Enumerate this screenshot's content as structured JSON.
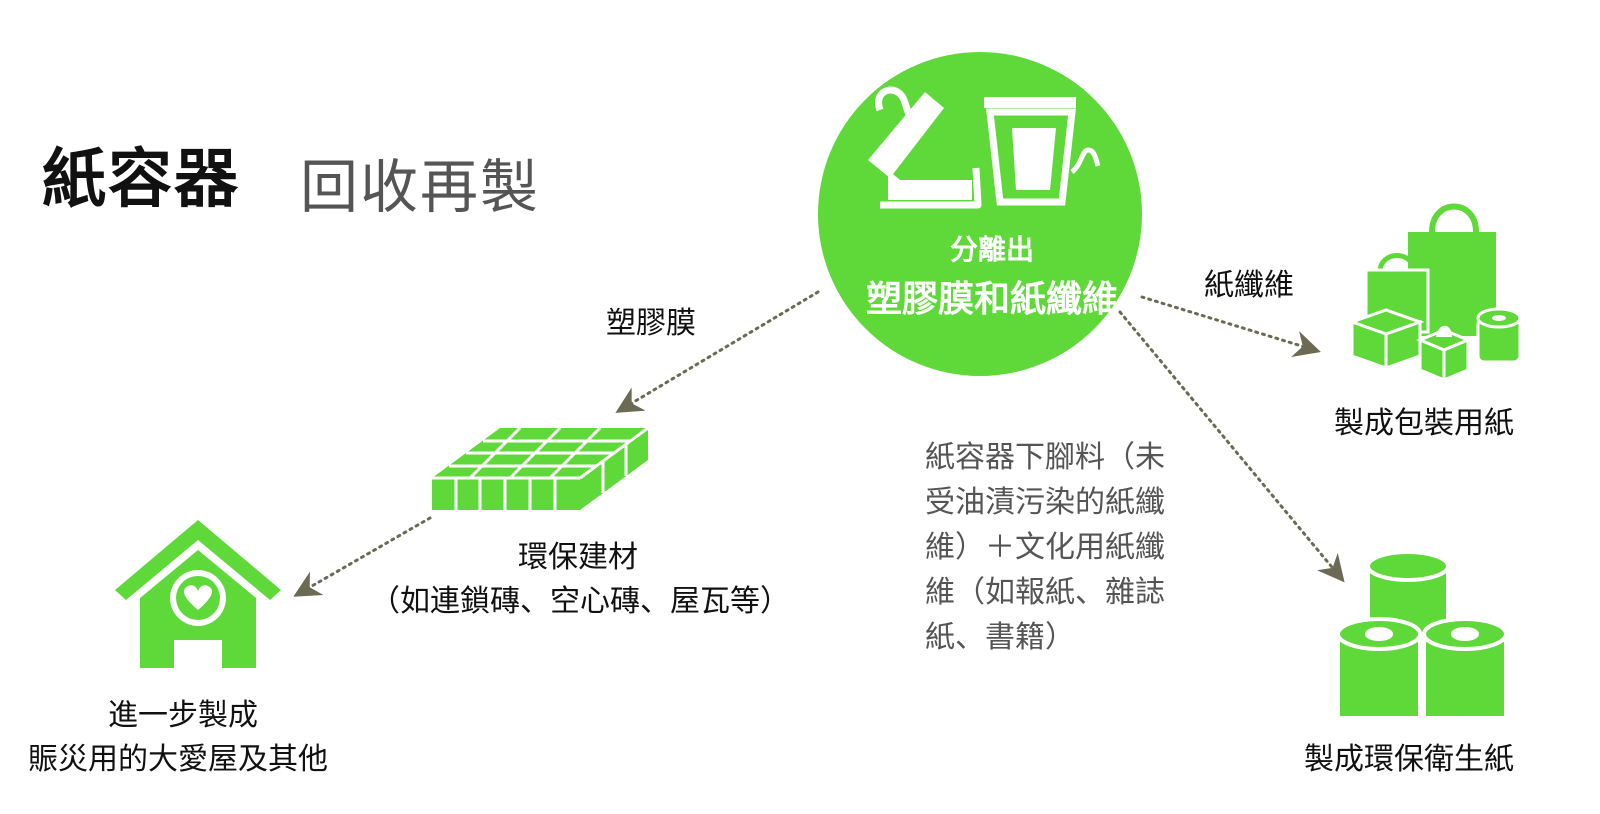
{
  "title": {
    "main": "紙容器",
    "sub": "回收再製"
  },
  "center": {
    "line1": "分離出",
    "line2": "塑膠膜和紙纖維"
  },
  "edges": {
    "plastic": "塑膠膜",
    "fiber": "紙纖維"
  },
  "building": {
    "title": "環保建材",
    "desc": "（如連鎖磚、空心磚、屋瓦等）"
  },
  "house": {
    "line1": "進一步製成",
    "line2": "賑災用的大愛屋及其他"
  },
  "packaging": {
    "label": "製成包裝用紙"
  },
  "tissue": {
    "label": "製成環保衛生紙"
  },
  "note": {
    "lines": [
      "紙容器下腳料（未",
      "受油漬污染的紙纖",
      "維）＋文化用紙纖",
      "維（如報紙、雜誌",
      "紙、書籍）"
    ]
  },
  "colors": {
    "green": "#5fd83a",
    "arrow": "#6b6b55",
    "white": "#ffffff"
  }
}
